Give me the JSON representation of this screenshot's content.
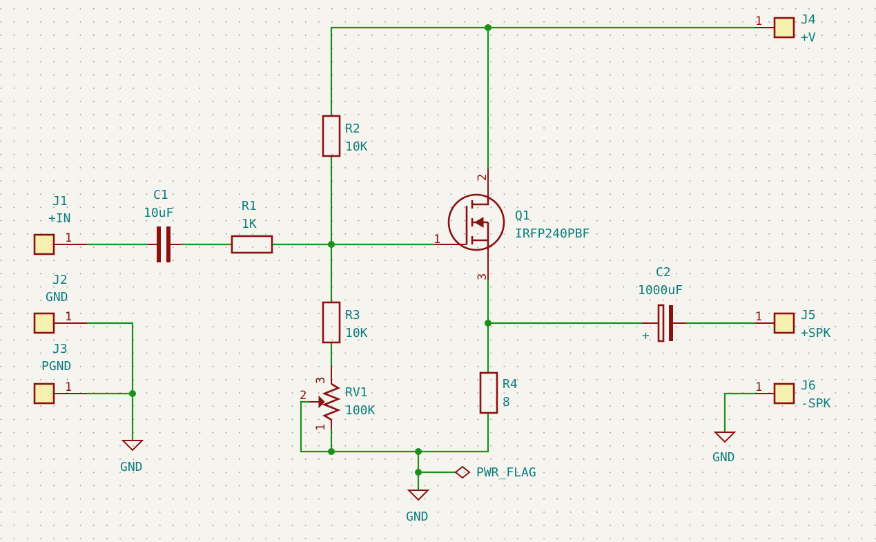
{
  "components": {
    "J1": {
      "ref": "J1",
      "value": "+IN",
      "pin": "1"
    },
    "J2": {
      "ref": "J2",
      "value": "GND",
      "pin": "1"
    },
    "J3": {
      "ref": "J3",
      "value": "PGND",
      "pin": "1"
    },
    "J4": {
      "ref": "J4",
      "value": "+V",
      "pin": "1"
    },
    "J5": {
      "ref": "J5",
      "value": "+SPK",
      "pin": "1"
    },
    "J6": {
      "ref": "J6",
      "value": "-SPK",
      "pin": "1"
    },
    "C1": {
      "ref": "C1",
      "value": "10uF"
    },
    "C2": {
      "ref": "C2",
      "value": "1000uF",
      "polarity": "+"
    },
    "R1": {
      "ref": "R1",
      "value": "1K"
    },
    "R2": {
      "ref": "R2",
      "value": "10K"
    },
    "R3": {
      "ref": "R3",
      "value": "10K"
    },
    "R4": {
      "ref": "R4",
      "value": "8"
    },
    "RV1": {
      "ref": "RV1",
      "value": "100K",
      "pins": [
        "1",
        "2",
        "3"
      ]
    },
    "Q1": {
      "ref": "Q1",
      "value": "IRFP240PBF",
      "pins": [
        "1",
        "2",
        "3"
      ]
    }
  },
  "power_symbols": {
    "gnd_left": "GND",
    "gnd_center": "GND",
    "gnd_right": "GND",
    "pwr_flag": "PWR_FLAG"
  },
  "colors": {
    "wire": "#1a8f1a",
    "symbol": "#8b1010",
    "text": "#0e7d7d",
    "pad": "#f6f0b0",
    "background": "#f5f4ef"
  }
}
